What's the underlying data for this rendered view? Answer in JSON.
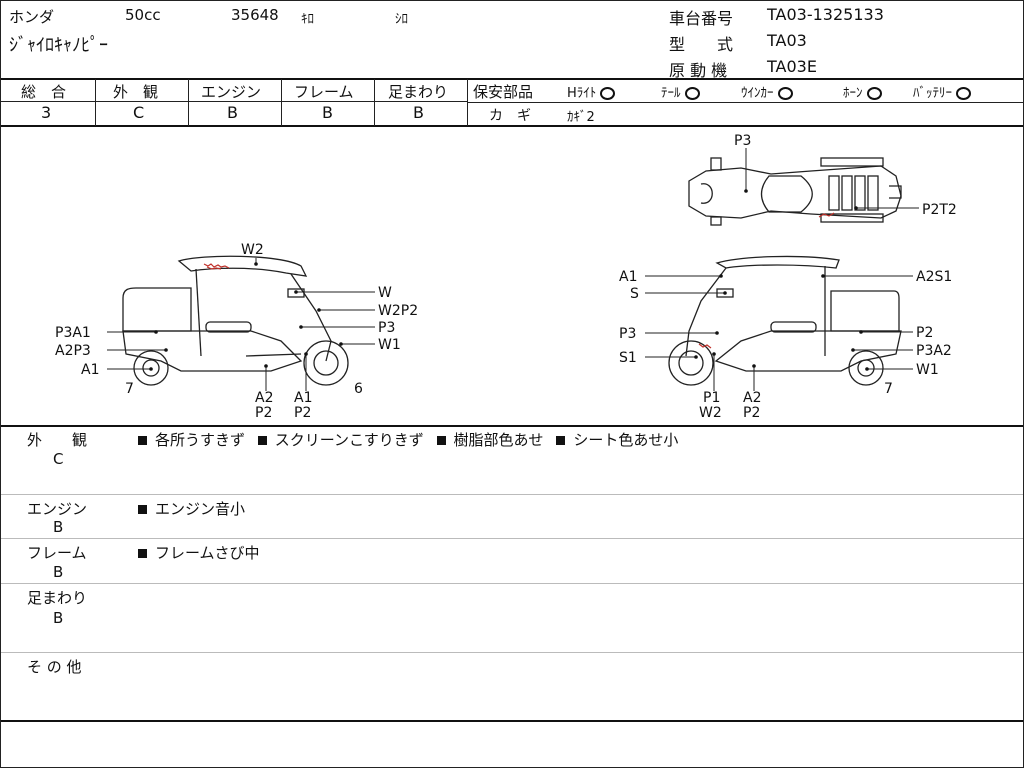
{
  "header": {
    "maker": "ホンダ",
    "displacement": "50cc",
    "mileage": "35648",
    "mileage_unit": "ｷﾛ",
    "color": "ｼﾛ",
    "model_name": "ｼﾞｬｲﾛｷｬﾉﾋﾟｰ",
    "chassis_label": "車台番号",
    "chassis_value": "TA03-1325133",
    "type_label": "型　　式",
    "type_value": "TA03",
    "engine_model_label": "原 動 機",
    "engine_model_value": "TA03E"
  },
  "grades": {
    "overall_label": "総　合",
    "overall_value": "3",
    "exterior_label": "外　観",
    "exterior_value": "C",
    "engine_label": "エンジン",
    "engine_value": "B",
    "frame_label": "フレーム",
    "frame_value": "B",
    "suspension_label": "足まわり",
    "suspension_value": "B"
  },
  "safety": {
    "label": "保安部品",
    "headlight": "Hﾗｲﾄ",
    "tail": "ﾃｰﾙ",
    "winker": "ｳｲﾝｶｰ",
    "horn": "ﾎｰﾝ",
    "battery": "ﾊﾞｯﾃﾘｰ",
    "key_label": "カ　ギ",
    "key_value": "ｶｷﾞ2"
  },
  "diagram": {
    "top_labels": [
      "P3",
      "P2T2"
    ],
    "left_labels": [
      "W2",
      "W",
      "W2P2",
      "P3",
      "W1",
      "P3A1",
      "A2P3",
      "A1",
      "7",
      "6",
      "A2",
      "P2",
      "A1",
      "P2"
    ],
    "right_labels": [
      "A1",
      "S",
      "P3",
      "S1",
      "A2S1",
      "P2",
      "P3A2",
      "W1",
      "7",
      "P1",
      "W2",
      "A2",
      "P2"
    ]
  },
  "notes": {
    "exterior_label": "外　　観",
    "exterior_grade": "C",
    "exterior_items": [
      "各所うすきず",
      "スクリーンこすりきず",
      "樹脂部色あせ",
      "シート色あせ小"
    ],
    "engine_label": "エンジン",
    "engine_grade": "B",
    "engine_items": [
      "エンジン音小"
    ],
    "frame_label": "フレーム",
    "frame_grade": "B",
    "frame_items": [
      "フレームさび中"
    ],
    "suspension_label": "足まわり",
    "suspension_grade": "B",
    "other_label": "そ の 他"
  }
}
